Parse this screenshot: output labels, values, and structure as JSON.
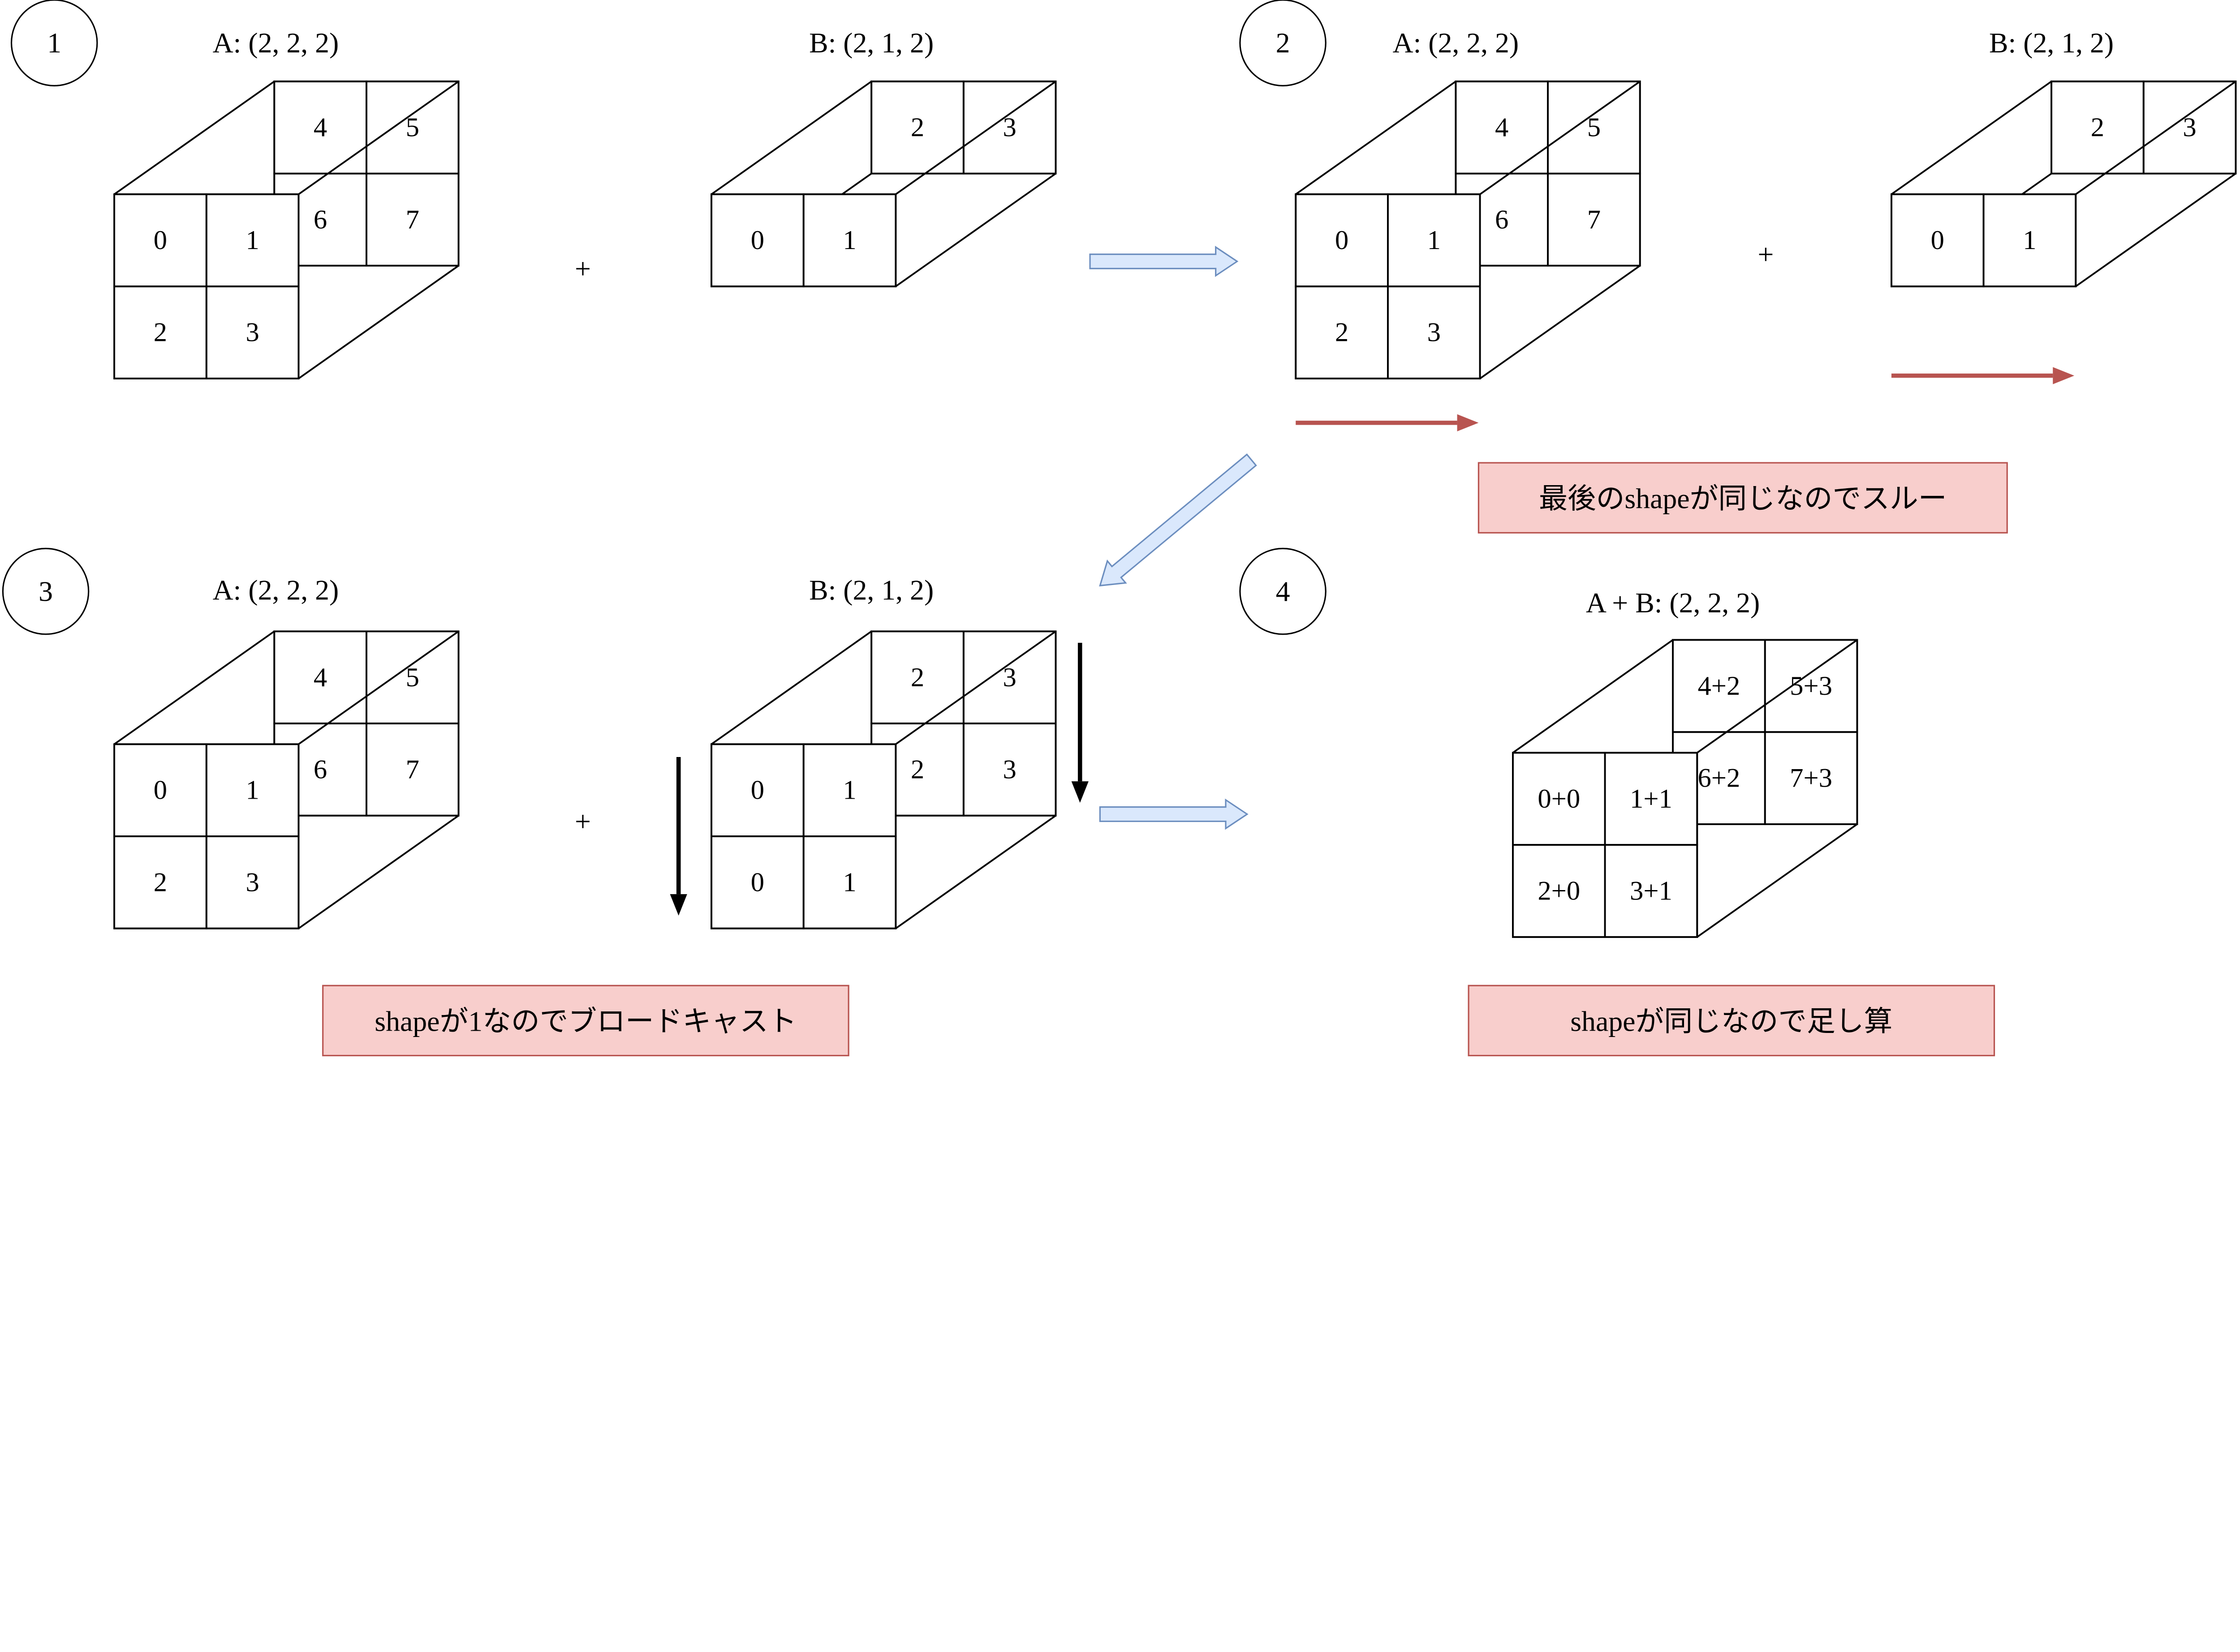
{
  "colors": {
    "note_fill": "#f8cecc",
    "note_stroke": "#b85450",
    "flow_arrow_fill": "#dae8fc",
    "flow_arrow_stroke": "#6c8ebf",
    "red_arrow": "#b85450",
    "line": "#000000"
  },
  "steps": [
    {
      "number": "1",
      "plus": "+",
      "a": {
        "label": "A: (2, 2, 2)",
        "front": [
          "0",
          "1",
          "2",
          "3"
        ],
        "back": [
          "4",
          "5",
          "6",
          "7"
        ]
      },
      "b": {
        "label": "B: (2, 1, 2)",
        "front": [
          "0",
          "1"
        ],
        "back": [
          "2",
          "3"
        ]
      }
    },
    {
      "number": "2",
      "plus": "+",
      "a": {
        "label": "A: (2, 2, 2)",
        "front": [
          "0",
          "1",
          "2",
          "3"
        ],
        "back": [
          "4",
          "5",
          "6",
          "7"
        ]
      },
      "b": {
        "label": "B: (2, 1, 2)",
        "front": [
          "0",
          "1"
        ],
        "back": [
          "2",
          "3"
        ]
      },
      "note": "最後のshapeが同じなのでスルー"
    },
    {
      "number": "3",
      "plus": "+",
      "a": {
        "label": "A: (2, 2, 2)",
        "front": [
          "0",
          "1",
          "2",
          "3"
        ],
        "back": [
          "4",
          "5",
          "6",
          "7"
        ]
      },
      "b": {
        "label": "B: (2, 1, 2)",
        "front": [
          "0",
          "1",
          "0",
          "1"
        ],
        "back": [
          "2",
          "3",
          "2",
          "3"
        ]
      },
      "note": "shapeが1なのでブロードキャスト"
    },
    {
      "number": "4",
      "result": {
        "label": "A + B: (2, 2, 2)",
        "front": [
          "0+0",
          "1+1",
          "2+0",
          "3+1"
        ],
        "back": [
          "4+2",
          "5+3",
          "6+2",
          "7+3"
        ]
      },
      "note": "shapeが同じなので足し算"
    }
  ]
}
